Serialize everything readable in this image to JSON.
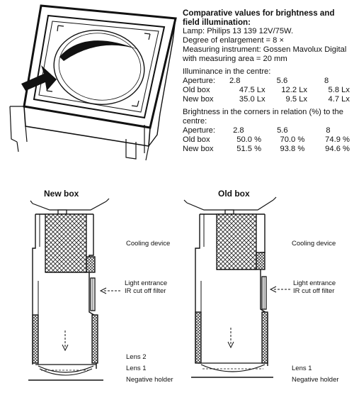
{
  "spec": {
    "title": "Comparative values for brightness and field illumination:",
    "lamp": "Lamp: Philips 13 139 12V/75W.",
    "enlargement": "Degree of enlargement = 8 ×",
    "instrument": "Measuring instrument: Gossen Mavolux Digital with measuring area = 20 mm",
    "illuminance_heading": "Illuminance in the centre:",
    "illuminance_table": {
      "header": [
        "Aperture:",
        "2.8",
        "5.6",
        "8"
      ],
      "rows": [
        [
          "Old box",
          "47.5 Lx",
          "12.2 Lx",
          "5.8 Lx"
        ],
        [
          "New box",
          "35.0 Lx",
          "9.5 Lx",
          "4.7 Lx"
        ]
      ]
    },
    "brightness_heading": "Brightness in the corners in relation (%) to the centre:",
    "brightness_table": {
      "header": [
        "Aperture:",
        "2.8",
        "5.6",
        "8"
      ],
      "rows": [
        [
          "Old box",
          "50.0 %",
          "70.0 %",
          "74.9 %"
        ],
        [
          "New box",
          "51.5 %",
          "93.8 %",
          "94.6 %"
        ]
      ]
    }
  },
  "new_box": {
    "title": "New box",
    "labels": {
      "cooling": "Cooling device",
      "light_entrance": "Light entrance",
      "ir_filter": "IR cut off filter",
      "lens2": "Lens 2",
      "lens1": "Lens 1",
      "negative_holder": "Negative holder"
    }
  },
  "old_box": {
    "title": "Old box",
    "labels": {
      "cooling": "Cooling device",
      "light_entrance": "Light entrance",
      "ir_filter": "IR cut off filter",
      "lens1": "Lens 1",
      "negative_holder": "Negative holder"
    }
  }
}
